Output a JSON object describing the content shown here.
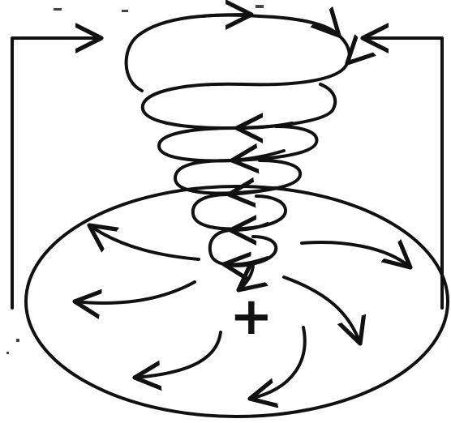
{
  "diagram": {
    "center_symbol": "+",
    "ink_color": "#111111",
    "background_color": "#ffffff",
    "components": [
      "inflow-arrow-left",
      "inflow-arrow-right",
      "rising-spiral-vortex",
      "surface-disk-ellipse",
      "outflow-swirl-arrows"
    ]
  }
}
